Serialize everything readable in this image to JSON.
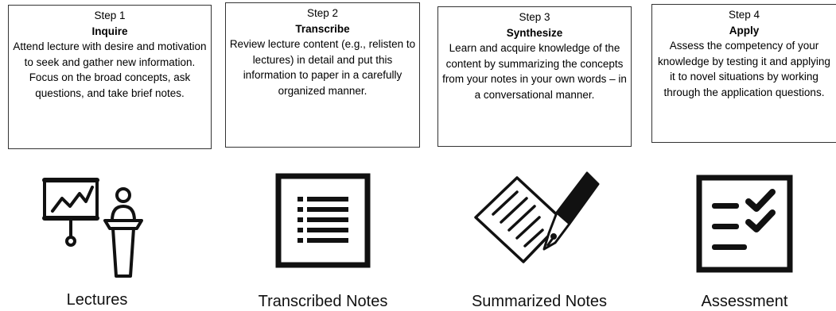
{
  "steps": [
    {
      "number": "Step 1",
      "name": "Inquire",
      "description": "Attend lecture with desire and motivation to seek and gather new information. Focus on the broad concepts, ask questions, and take brief notes."
    },
    {
      "number": "Step 2",
      "name": "Transcribe",
      "description": "Review lecture content (e.g., relisten to lectures) in detail and put this information to paper in a carefully organized manner."
    },
    {
      "number": "Step 3",
      "name": "Synthesize",
      "description": "Learn and acquire knowledge of the content by summarizing the concepts from your notes in your own words – in a conversational manner."
    },
    {
      "number": "Step 4",
      "name": "Apply",
      "description": "Assess the competency of your knowledge by testing it and applying it to novel situations by working through the application questions."
    }
  ],
  "icons": [
    {
      "label": "Lectures",
      "icon": "lecture-presenter-icon"
    },
    {
      "label": "Transcribed Notes",
      "icon": "document-list-icon"
    },
    {
      "label": "Summarized Notes",
      "icon": "paper-pen-icon"
    },
    {
      "label": "Assessment",
      "icon": "checklist-icon"
    }
  ]
}
